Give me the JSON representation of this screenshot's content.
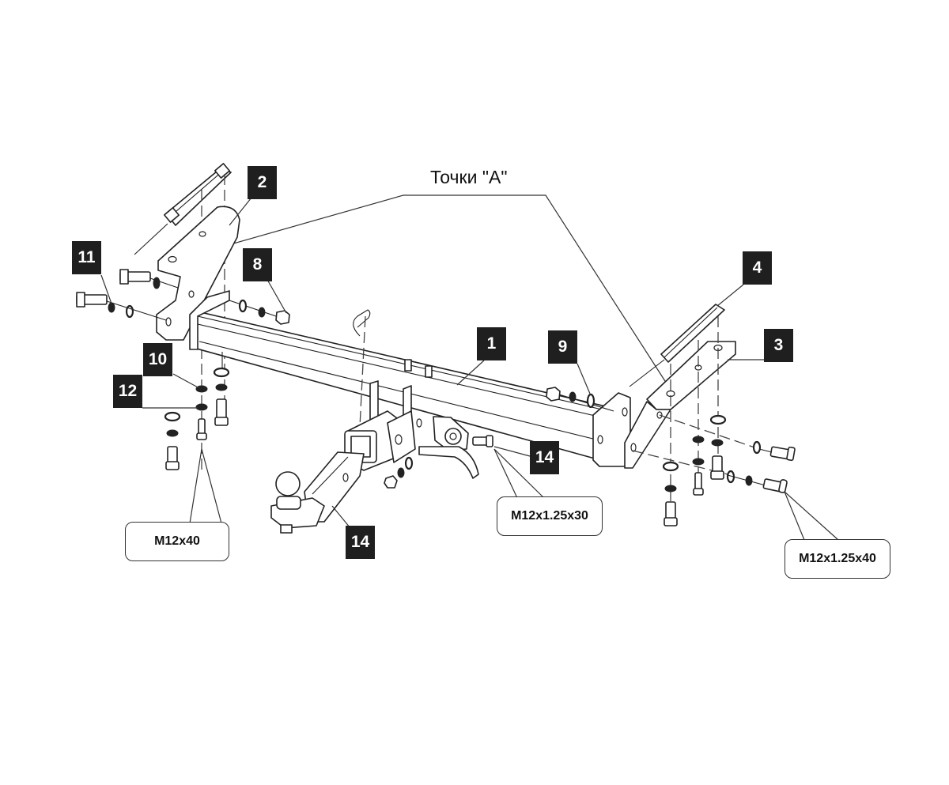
{
  "diagram": {
    "title_label": "Точки \"A\"",
    "part_tags": [
      {
        "number": "1",
        "part": "main-crossbar"
      },
      {
        "number": "2",
        "part": "left-bracket"
      },
      {
        "number": "3",
        "part": "right-bracket"
      },
      {
        "number": "4",
        "part": "right-slide-plate"
      },
      {
        "number": "8",
        "part": "left-nut-set"
      },
      {
        "number": "9",
        "part": "right-nut-set"
      },
      {
        "number": "10",
        "part": "washer"
      },
      {
        "number": "11",
        "part": "left-side-bolt"
      },
      {
        "number": "12",
        "part": "spring-washer"
      },
      {
        "number": "14",
        "part": "socket-bolt"
      },
      {
        "number": "14",
        "part": "ball-mount"
      }
    ],
    "bolt_specs": [
      {
        "label": "M12x40"
      },
      {
        "label": "M12x1.25x30"
      },
      {
        "label": "M12x1.25x40"
      }
    ]
  }
}
